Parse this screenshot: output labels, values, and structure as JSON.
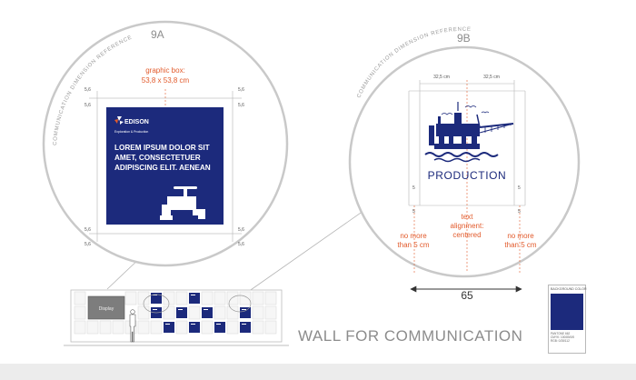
{
  "colors": {
    "brand": "#1c2a7c",
    "accent": "#e25a2b",
    "circle": "#c9c9c9",
    "dim": "#b5b5b5",
    "caption": "#8c8c8c",
    "wall": "#dcdcdc"
  },
  "icons": {
    "valve": "valve-icon",
    "platform": "oil-platform-icon",
    "figure": "person-icon"
  },
  "circle_a": {
    "ref_label": "COMMUNICATION DIMENSION REFERENCE",
    "ref_code": "9A",
    "graphic_box_line1": "graphic box:",
    "graphic_box_line2": "53,8 x 53,8 cm",
    "margin_value": "5,6",
    "panel": {
      "brand": "EDISON",
      "brand_sub": "Exploration & Production",
      "headline": [
        "LOREM IPSUM DOLOR SIT",
        "AMET, CONSECTETUER",
        "ADIPISCING ELIT. AENEAN"
      ]
    }
  },
  "circle_b": {
    "ref_label": "COMMUNICATION DIMENSION REFERENCE",
    "ref_code": "9B",
    "half_width_value": "32,5 cm",
    "margin_value": "5",
    "caption": "PRODUCTION",
    "center_note": [
      "text",
      "alignment:",
      "centered"
    ],
    "side_note": [
      "no more",
      "than 5 cm"
    ],
    "total_width": "65"
  },
  "wall": {
    "title": "WALL FOR COMMUNICATION",
    "screen_label": "Display"
  },
  "swatch": {
    "label": "BACKGROUND COLOR",
    "codes": [
      "PANTONE 662",
      "CMYK: 100/85/0/5",
      "RGB: 0/28/112"
    ]
  }
}
